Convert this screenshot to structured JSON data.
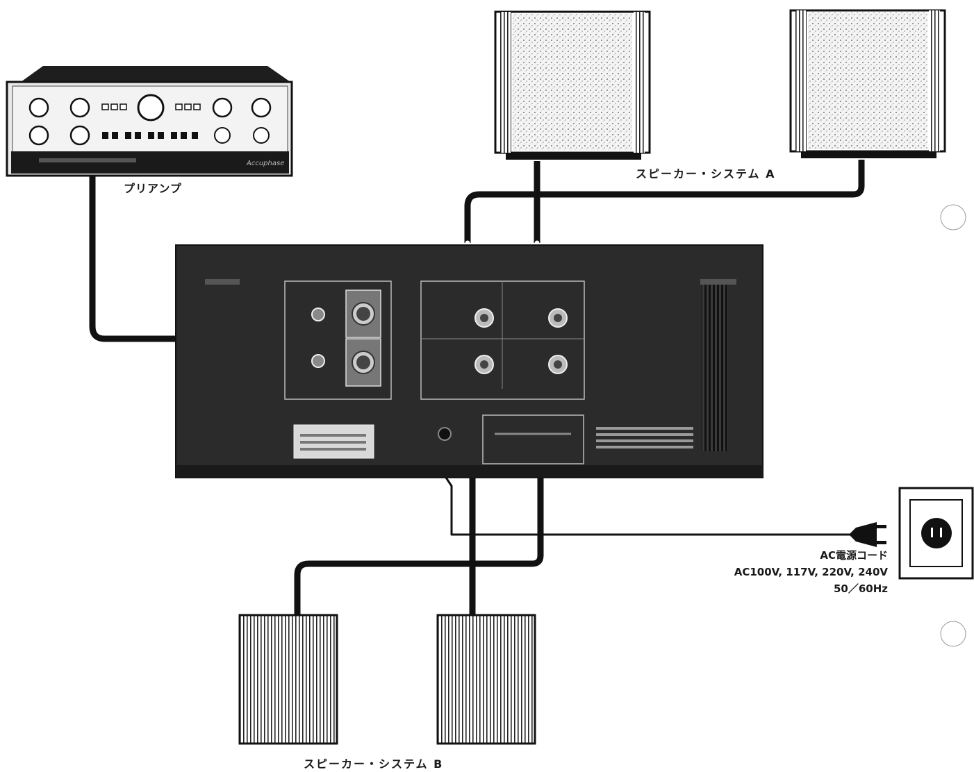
{
  "labels": {
    "preamp": "プリアンプ",
    "speaker_system_a": "スピーカー・システム A",
    "speaker_system_b": "スピーカー・システム B",
    "ac_cord": "AC電源コード",
    "ac_voltages": "AC100V, 117V, 220V, 240V",
    "ac_frequency": "50／60Hz"
  },
  "colors": {
    "ink": "#1a1a1a",
    "amp_panel": "#2b2b2b",
    "cable": "#111111"
  },
  "icons": {
    "preamp": "preamplifier-front-panel",
    "power_amp": "power-amplifier-rear-panel",
    "speaker_a": "bookshelf-speaker-grille",
    "speaker_b": "floor-speaker-grille",
    "outlet": "wall-outlet",
    "plug": "ac-plug"
  }
}
